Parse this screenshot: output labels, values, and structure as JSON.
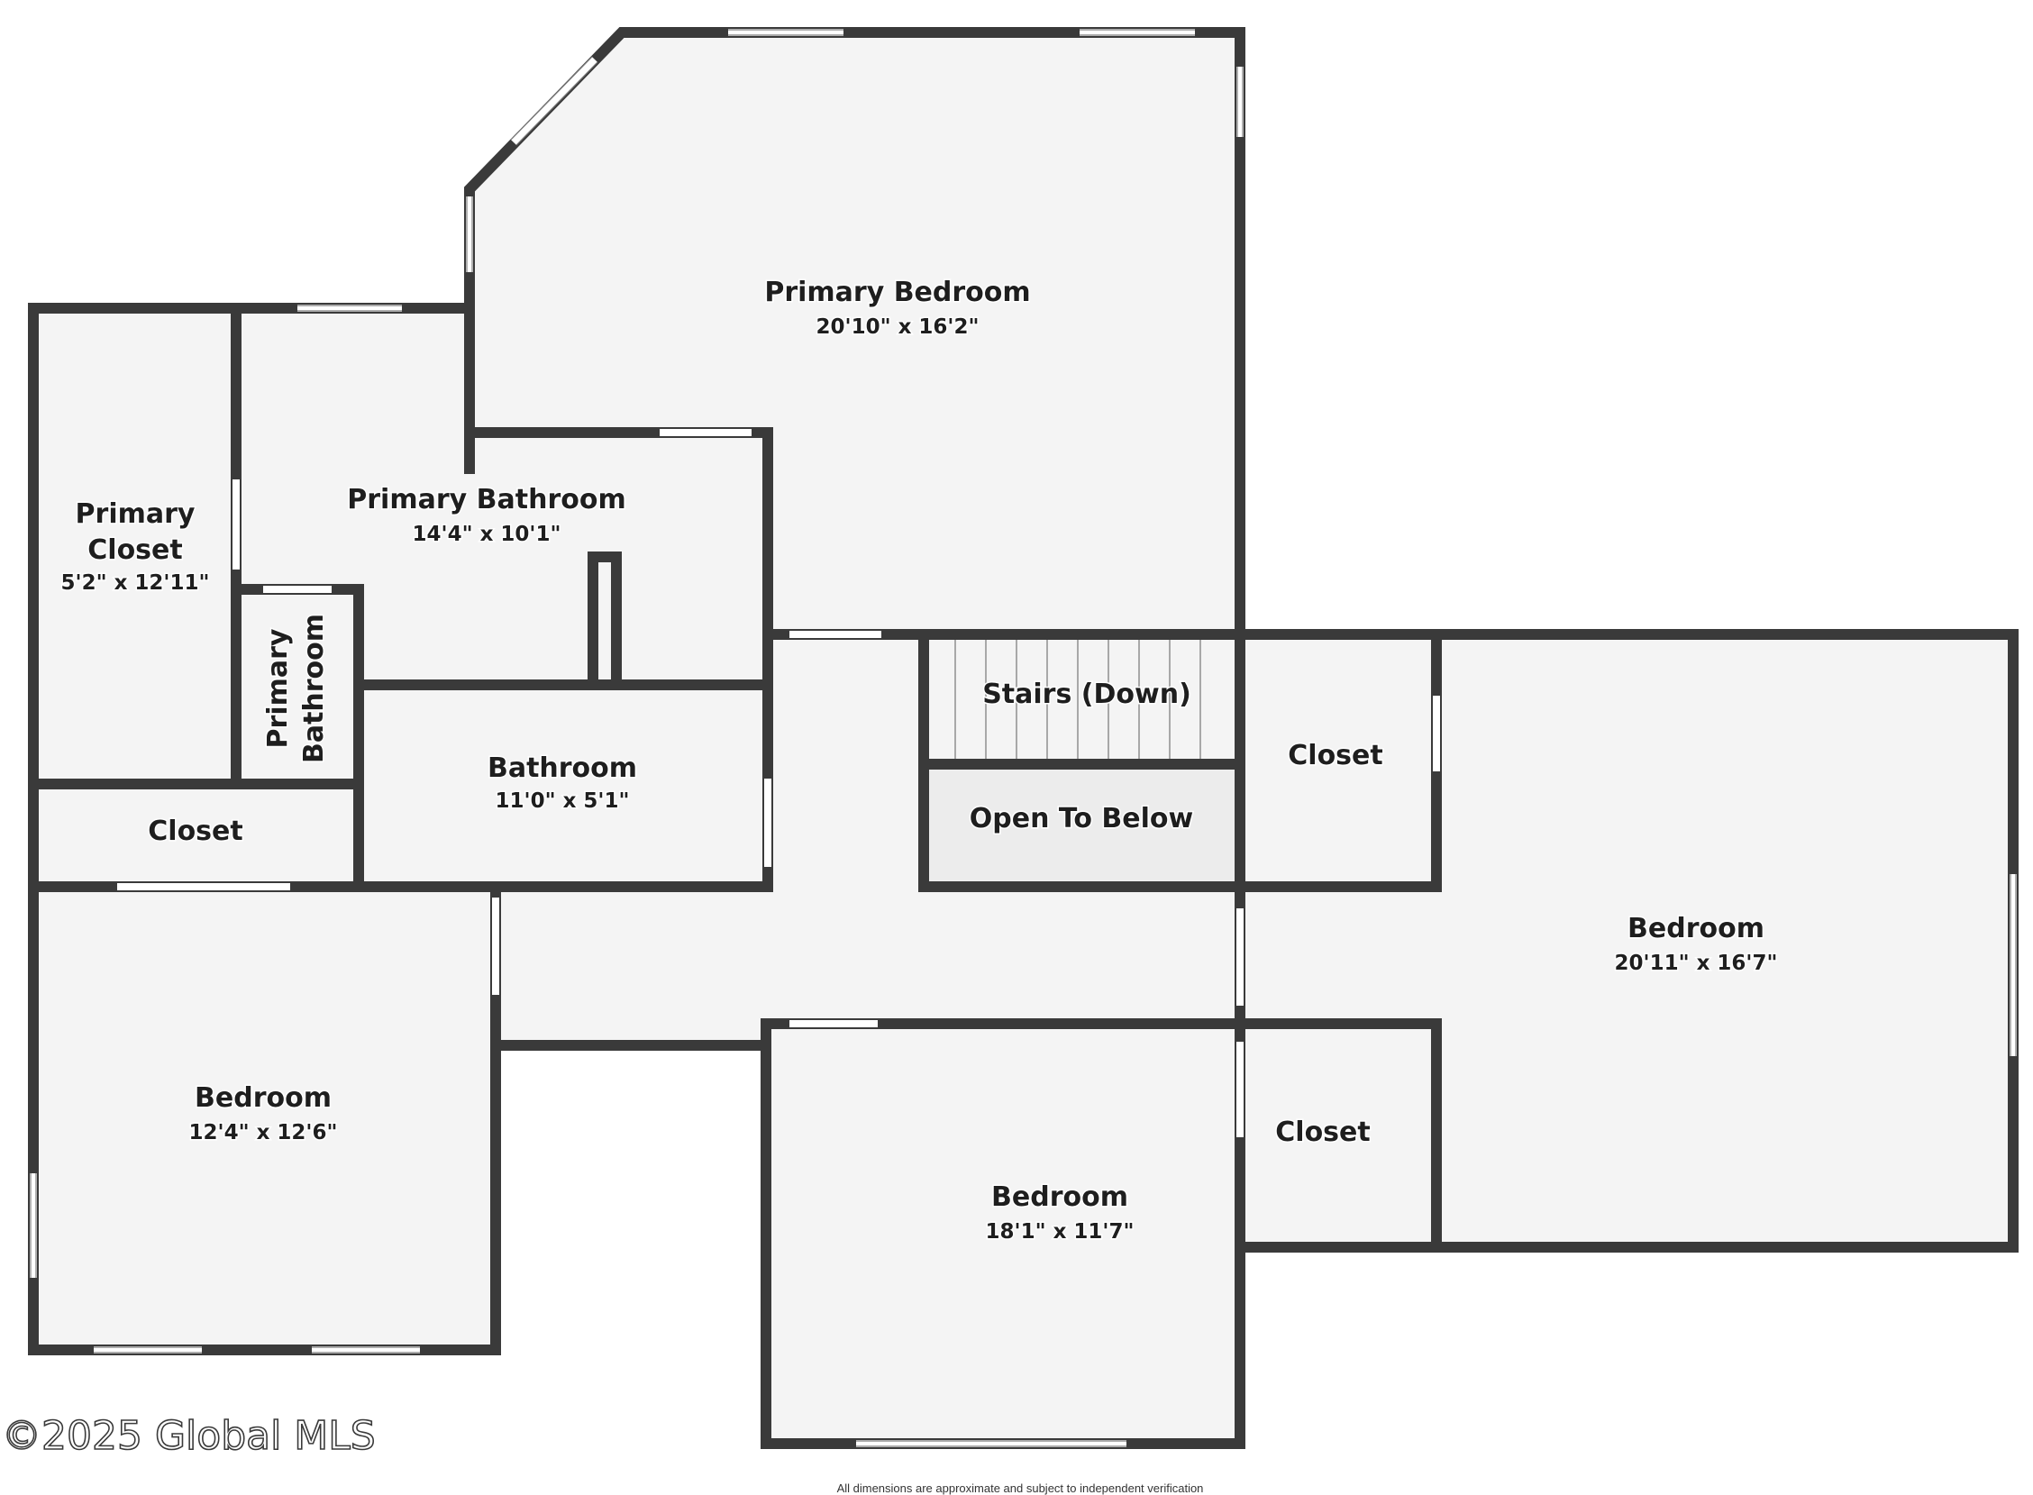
{
  "rooms": {
    "primary_bedroom": {
      "name": "Primary Bedroom",
      "dim": "20'10\" x 16'2\""
    },
    "primary_closet": {
      "name1": "Primary",
      "name2": "Closet",
      "dim": "5'2\" x 12'11\""
    },
    "primary_bathroom": {
      "name": "Primary Bathroom",
      "dim": "14'4\" x 10'1\""
    },
    "primary_bathroom_small": {
      "name1": "Primary",
      "name2": "Bathroom"
    },
    "bathroom": {
      "name": "Bathroom",
      "dim": "11'0\" x 5'1\""
    },
    "closet_left": {
      "name": "Closet"
    },
    "stairs": {
      "name": "Stairs (Down)"
    },
    "open_to_below": {
      "name": "Open To Below"
    },
    "closet_right_top": {
      "name": "Closet"
    },
    "bedroom_right": {
      "name": "Bedroom",
      "dim": "20'11\" x 16'7\""
    },
    "bedroom_left": {
      "name": "Bedroom",
      "dim": "12'4\" x 12'6\""
    },
    "closet_right_bottom": {
      "name": "Closet"
    },
    "bedroom_bottom": {
      "name": "Bedroom",
      "dim": "18'1\" x 11'7\""
    }
  },
  "footer": {
    "copyright": "©2025 Global MLS",
    "disclaimer": "All dimensions are approximate and subject to independent verification"
  }
}
